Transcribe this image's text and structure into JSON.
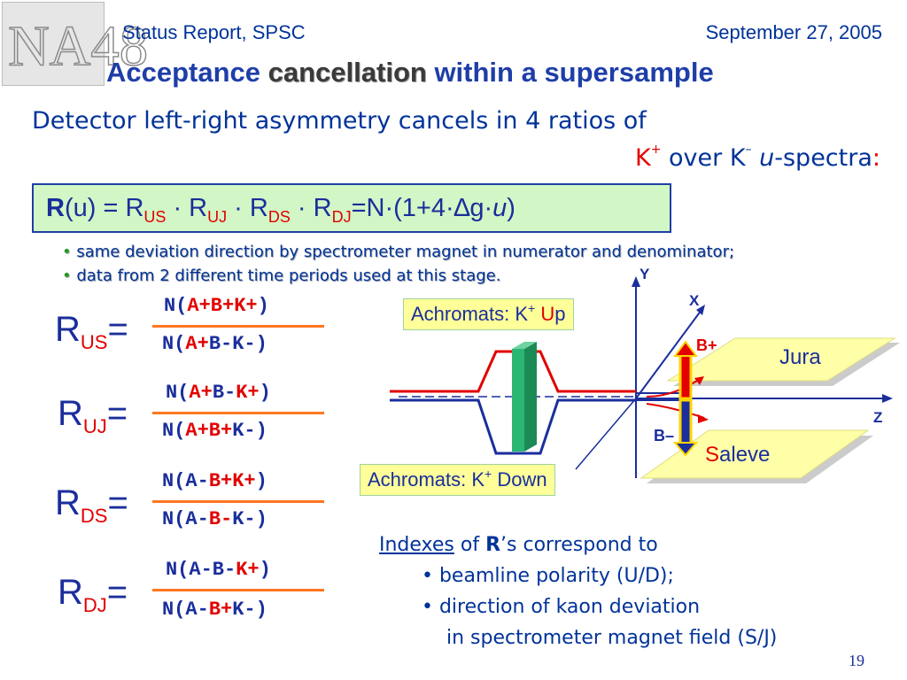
{
  "header": {
    "left": "Status Report, SPSC",
    "right": "September 27, 2005",
    "logo_text": "NA48"
  },
  "title": {
    "part1": "Acceptance ",
    "highlight": "cancellation",
    "part2": " within a supersample"
  },
  "subtitle": {
    "line1": "Detector left-right asymmetry cancels in 4 ratios of",
    "kplus": "K",
    "kplus_sup": "+",
    "over": " over K",
    "kminus_sup": "–",
    "u": " u",
    "spectra": "-spectra",
    "colon": ":"
  },
  "formula": {
    "R": "R",
    "u": "(u) = R",
    "US": "US",
    "dot1": " · R",
    "UJ": "UJ",
    "dot2": " · R",
    "DS": "DS",
    "dot3": " · R",
    "DJ": "DJ",
    "rest": "=N·(1+4·∆g·",
    "uvar": "u",
    "close": ")"
  },
  "bullets": [
    {
      "dot": "•",
      "text": " same deviation direction by spectrometer magnet in numerator and denominator;"
    },
    {
      "dot": "•",
      "text": " data from 2 different time periods used at this stage."
    }
  ],
  "ratios": [
    {
      "label": "R",
      "sub": "US",
      "eq": "=",
      "num": {
        "a": "N(",
        "b": "A+B+K+",
        "c": ")"
      },
      "den": {
        "a": "N(",
        "b": "A+",
        "c": "B-K-)"
      }
    },
    {
      "label": "R",
      "sub": "UJ",
      "eq": "=",
      "num": {
        "a": "N(",
        "b": "A+",
        "c": "B-",
        "d": "K+",
        "e": ")"
      },
      "den": {
        "a": "N(",
        "b": "A+B+",
        "c": "K-)"
      }
    },
    {
      "label": "R",
      "sub": "DS",
      "eq": "=",
      "num": {
        "a": "N(A-",
        "b": "B+K+",
        "c": ")"
      },
      "den": {
        "a": "N(A-",
        "b": "B-",
        "c": "K-)"
      }
    },
    {
      "label": "R",
      "sub": "DJ",
      "eq": "=",
      "num": {
        "a": "N(A-B-",
        "b": "K+",
        "c": ")"
      },
      "den": {
        "a": "N(A-",
        "b": "B+",
        "c": "K-)"
      }
    }
  ],
  "diagram": {
    "ach_up": {
      "text": "Achromats: K",
      "sup": "+",
      "space": " ",
      "U": "U",
      "rest": "p"
    },
    "ach_down": {
      "text": "Achromats: K",
      "sup": "+",
      "rest": " Down"
    },
    "axis_y": "Y",
    "axis_x": "X",
    "axis_z": "Z",
    "bplus": "B+",
    "bminus": "B–",
    "jura": "Jura",
    "saleve_s": "S",
    "saleve_rest": "aleve"
  },
  "indexes": {
    "word": "Indexes",
    "of": " of ",
    "R": "R",
    "rest": "’s correspond to",
    "items": [
      "• beamline polarity (U/D);",
      "• direction of kaon deviation",
      "in spectrometer magnet field (S/J)"
    ]
  },
  "page_number": "19",
  "colors": {
    "title_blue": "#1e3ea8",
    "text_blue": "#003399",
    "red": "#e20000",
    "formula_box": "#d2f6c5",
    "label_yellow": "#ffff99",
    "fraction_line": "#ff7722",
    "green_magnet": "#2bb673"
  }
}
